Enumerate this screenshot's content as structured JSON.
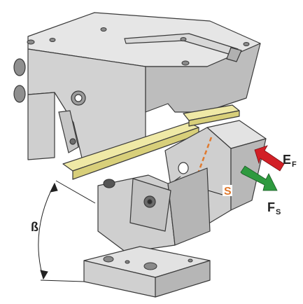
{
  "labels": {
    "angle": "ß",
    "stroke": "S",
    "force_in": "E",
    "force_in_sub": "F",
    "force_out": "F",
    "force_out_sub": "S"
  },
  "colors": {
    "background": "#ffffff",
    "metal_top": "#e6e6e6",
    "metal_front": "#d2d2d2",
    "metal_side": "#bdbdbd",
    "metal_dark": "#9a9a9a",
    "edge": "#3a3a3a",
    "guide_plate": "#efe9a6",
    "guide_plate_shade": "#d8cf7a",
    "stroke_line": "#e07a2e",
    "stroke_label": "#e07a2e",
    "arrow_in": "#d21f26",
    "arrow_out": "#2e9a3f",
    "dimension": "#222222"
  }
}
